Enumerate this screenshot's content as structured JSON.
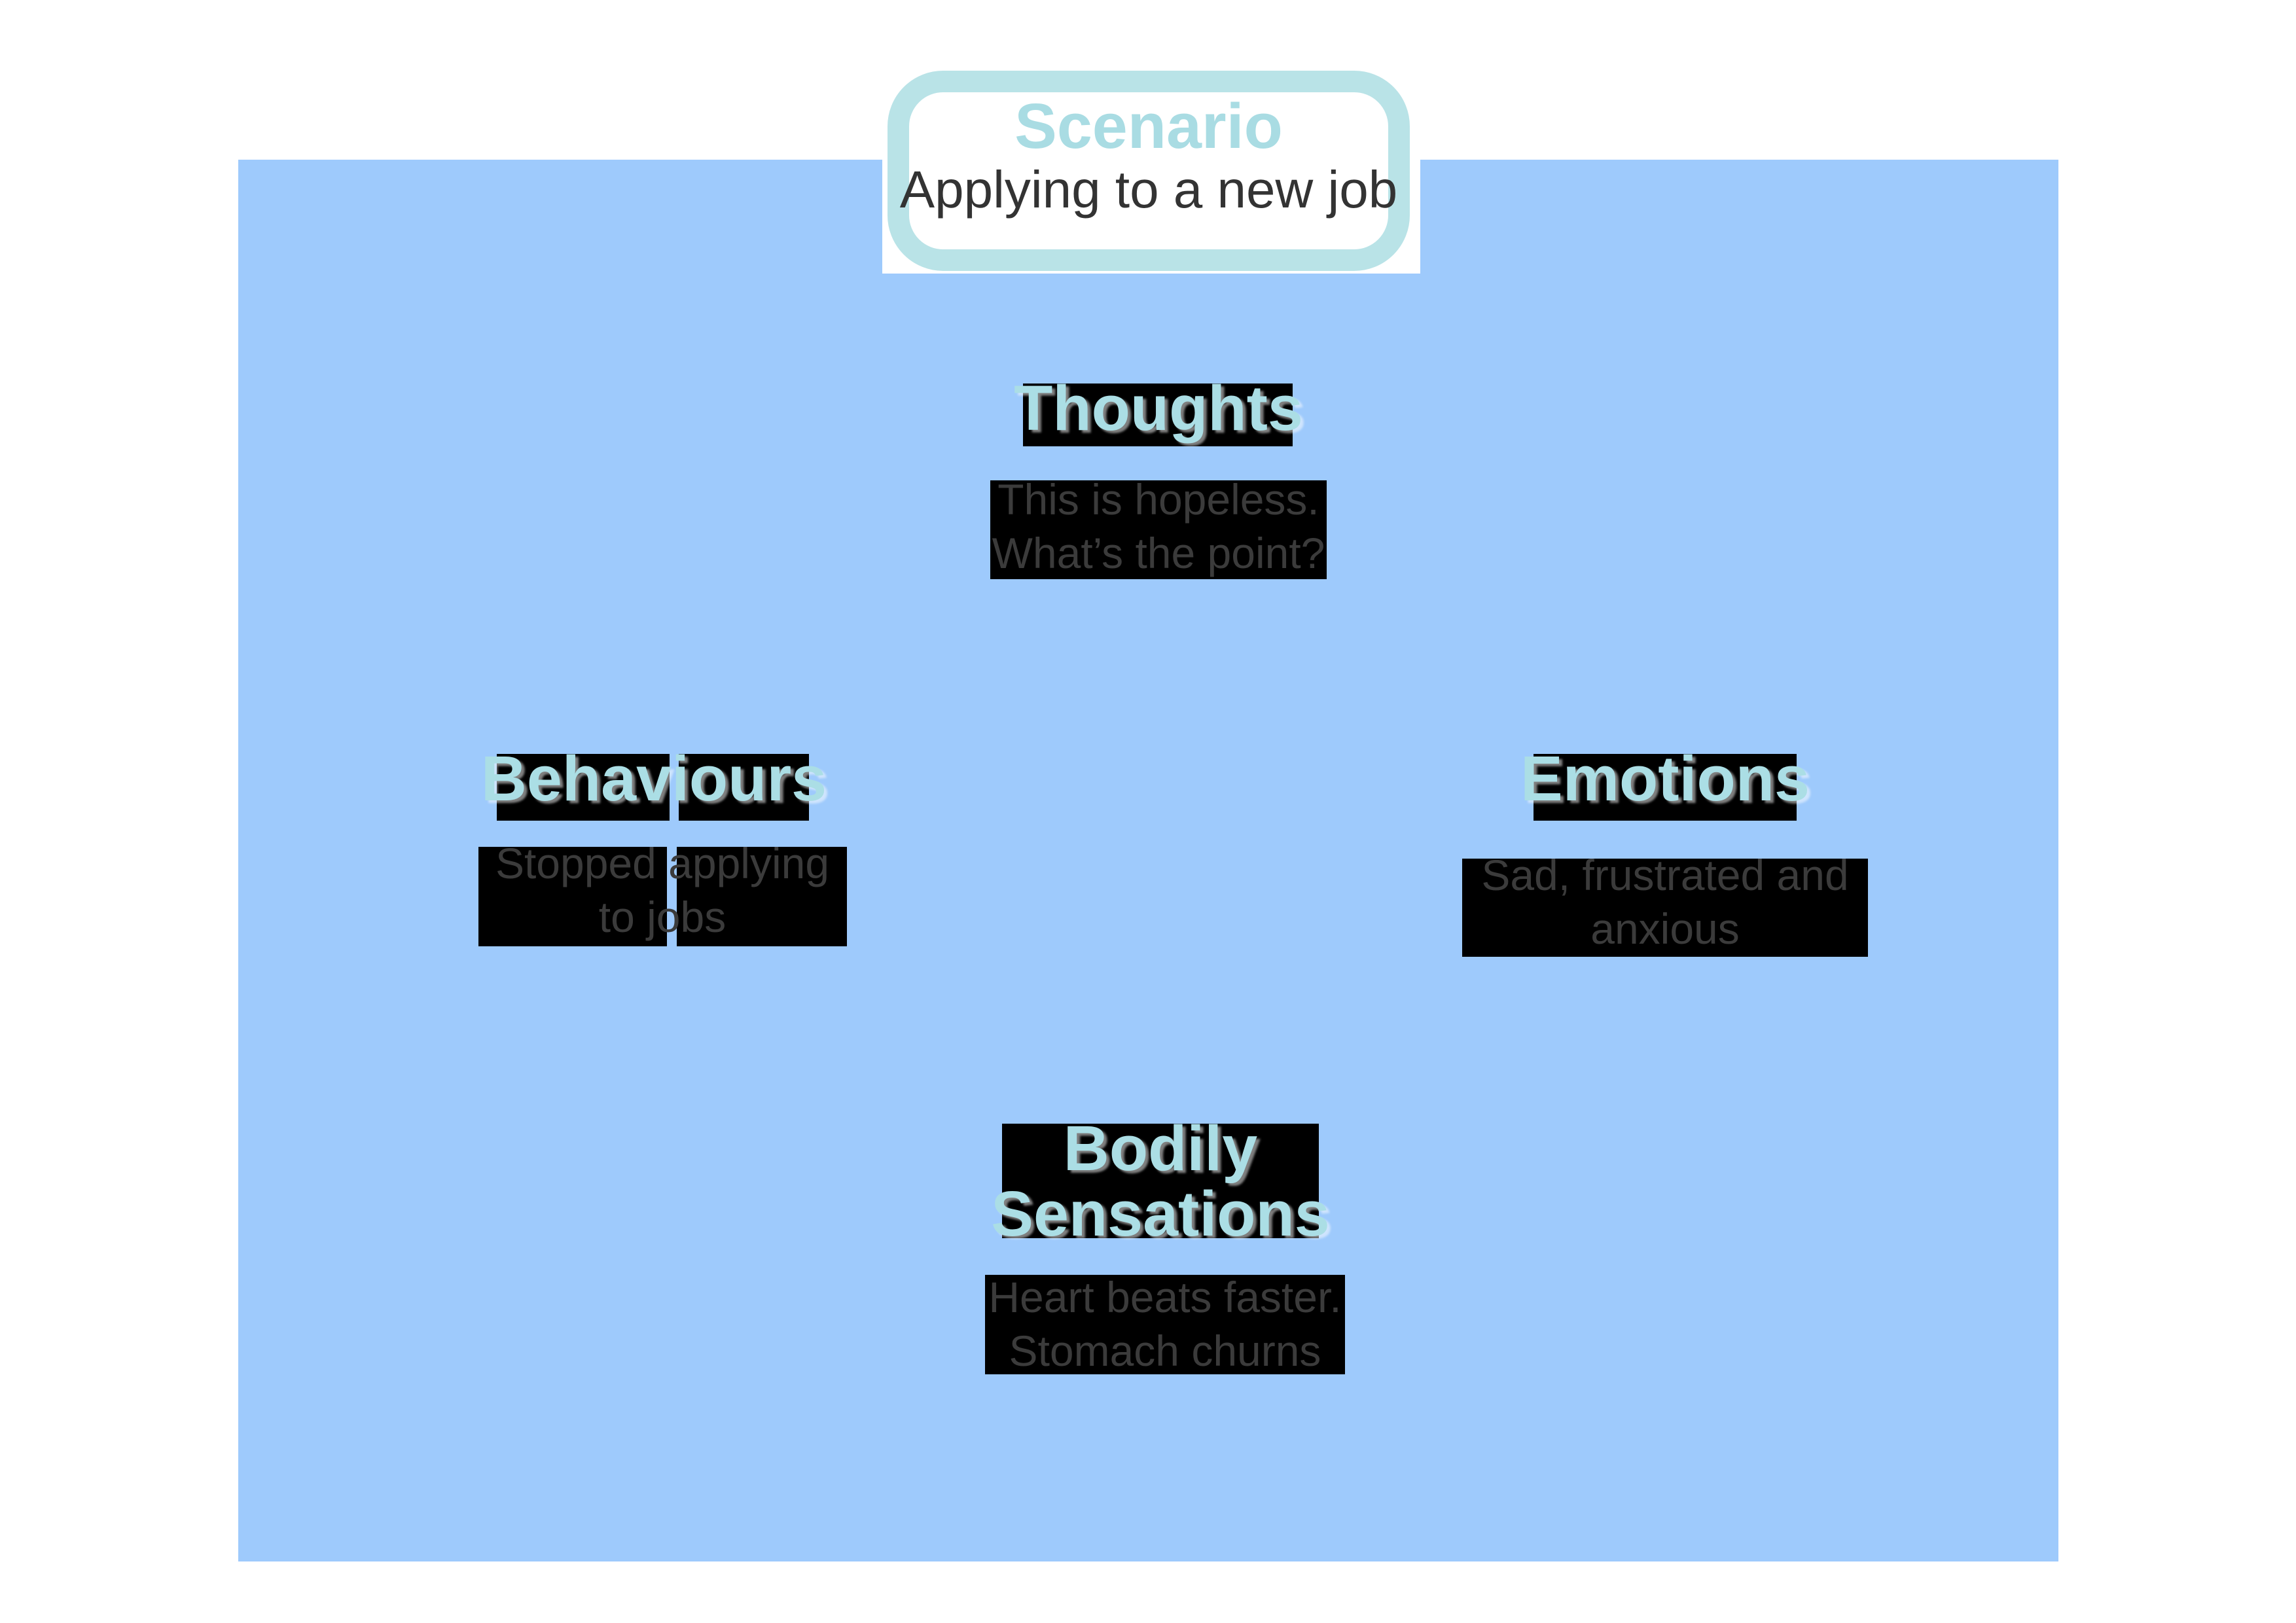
{
  "colors": {
    "page_background": "#ffffff",
    "panel_background": "#9ecafc",
    "highlight_background": "#000000",
    "heading_text": "#abdee5",
    "body_text": "#3b3b3b",
    "scenario_border": "#b9e3e7",
    "scenario_title": "#a9dce3",
    "scenario_subtitle": "#333333"
  },
  "scenario": {
    "title": "Scenario",
    "subtitle": "Applying to a new job"
  },
  "callouts": [
    {
      "id": "thoughts",
      "heading": "Thoughts",
      "body": "This is hopeless.\nWhat’s the point?"
    },
    {
      "id": "behaviours",
      "heading": "Behaviours",
      "body": "Stopped applying\nto jobs"
    },
    {
      "id": "emotions",
      "heading": "Emotions",
      "body": "Sad, frustrated and\nanxious"
    },
    {
      "id": "bodily-sensations",
      "heading": "Bodily\nSensations",
      "body": "Heart beats faster.\nStomach churns"
    }
  ]
}
